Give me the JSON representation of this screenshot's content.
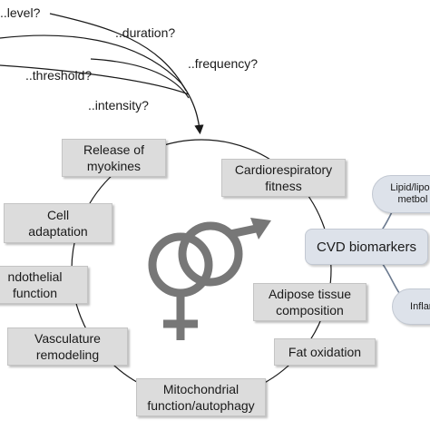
{
  "colors": {
    "box_fill": "#dcdcdc",
    "biomarker_fill": "#dde2ea",
    "symbol": "#777777",
    "line": "#1a1a1a"
  },
  "questions": {
    "level": "..level?",
    "duration": "..duration?",
    "frequency": "..frequency?",
    "threshold": "..threshold?",
    "intensity": "..intensity?"
  },
  "cycle_boxes": {
    "release_myokines": "Release of\nmyokines",
    "cardiorespiratory_fitness": "Cardiorespiratory\nfitness",
    "cell_adaptation": "Cell\nadaptation",
    "endothelial_function": "ndothelial\nfunction",
    "vasculature_remodeling": "Vasculature\nremodeling",
    "adipose_tissue": "Adipose tissue\ncomposition",
    "fat_oxidation": "Fat oxidation",
    "mitochondrial": "Mitochondrial\nfunction/autophagy"
  },
  "biomarkers": {
    "cvd": "CVD biomarkers",
    "lipid": "Lipid/lipop\nmetbol",
    "inflam": "Inflam"
  },
  "symbol_icon": "female-male-sex-symbols-icon"
}
